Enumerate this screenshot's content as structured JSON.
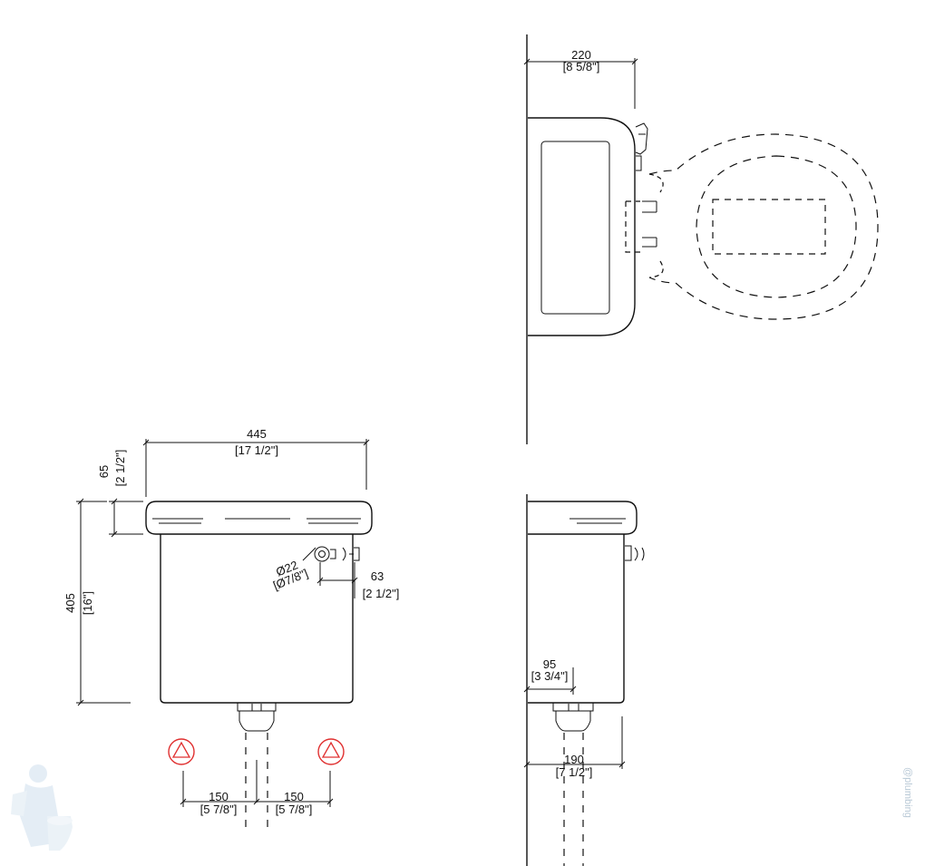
{
  "colors": {
    "line": "#111111",
    "marker": "#e03030",
    "watermark": "#b9c9d6"
  },
  "front_view": {
    "width": {
      "mm": "445",
      "inch": "[17 1/2\"]"
    },
    "lid_height": {
      "mm": "65",
      "inch": "[2 1/2\"]"
    },
    "height": {
      "mm": "405",
      "inch": "[16\"]"
    },
    "inlet_diameter": {
      "mm": "Ø22",
      "inch": "[Ø7/8\"]"
    },
    "inlet_offset": {
      "mm": "63",
      "inch": "[2 1/2\"]"
    },
    "left_fixing": {
      "mm": "150",
      "inch": "[5 7/8\"]"
    },
    "right_fixing": {
      "mm": "150",
      "inch": "[5 7/8\"]"
    },
    "fixing_marker_icon": "triangle-in-circle-icon"
  },
  "side_view": {
    "depth": {
      "mm": "190",
      "inch": "[7 1/2\"]"
    },
    "outlet_offset": {
      "mm": "95",
      "inch": "[3 3/4\"]"
    }
  },
  "top_view": {
    "projection": {
      "mm": "220",
      "inch": "[8 5/8\"]"
    }
  },
  "watermark": {
    "text": "@plumbing",
    "icon": "plumber-mascot-icon"
  }
}
